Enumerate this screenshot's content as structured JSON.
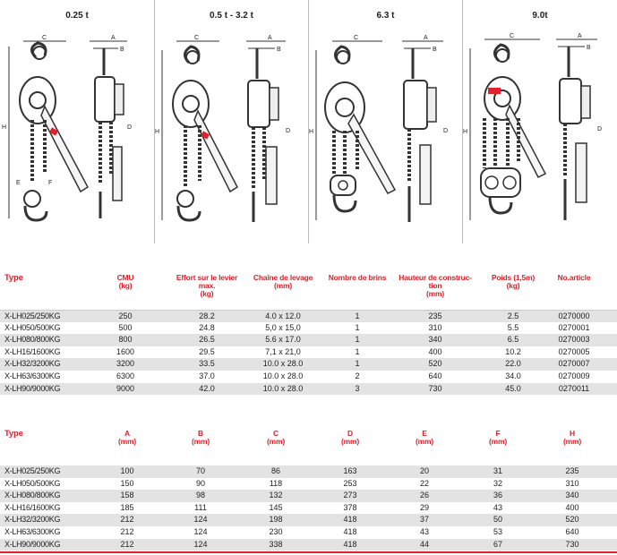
{
  "figures": [
    {
      "label": "0.25 t"
    },
    {
      "label": "0.5 t - 3.2 t"
    },
    {
      "label": "6.3 t"
    },
    {
      "label": "9.0t"
    }
  ],
  "dimension_letters": [
    "A",
    "B",
    "C",
    "D",
    "E",
    "F",
    "H"
  ],
  "table1": {
    "headers": {
      "type": "Type",
      "cmu": "CMU\n(kg)",
      "effort": "Effort sur le levier\nmax.\n(kg)",
      "chaine": "Chaîne de levage\n(mm)",
      "brins": "Nombre de brins",
      "hauteur": "Hauteur de construc-\ntion\n(mm)",
      "poids": "Poids (1,5m)\n(kg)",
      "article": "No.article"
    },
    "rows": [
      {
        "type": "X-LH025/250KG",
        "cmu": "250",
        "effort": "28.2",
        "chaine": "4.0 x 12.0",
        "brins": "1",
        "hauteur": "235",
        "poids": "2.5",
        "article": "0270000"
      },
      {
        "type": "X-LH050/500KG",
        "cmu": "500",
        "effort": "24.8",
        "chaine": "5,0 x 15,0",
        "brins": "1",
        "hauteur": "310",
        "poids": "5.5",
        "article": "0270001"
      },
      {
        "type": "X-LH080/800KG",
        "cmu": "800",
        "effort": "26.5",
        "chaine": "5.6 x 17.0",
        "brins": "1",
        "hauteur": "340",
        "poids": "6.5",
        "article": "0270003"
      },
      {
        "type": "X-LH16/1600KG",
        "cmu": "1600",
        "effort": "29.5",
        "chaine": "7,1 x 21,0",
        "brins": "1",
        "hauteur": "400",
        "poids": "10.2",
        "article": "0270005"
      },
      {
        "type": "X-LH32/3200KG",
        "cmu": "3200",
        "effort": "33.5",
        "chaine": "10.0 x 28.0",
        "brins": "1",
        "hauteur": "520",
        "poids": "22.0",
        "article": "0270007"
      },
      {
        "type": "X-LH63/6300KG",
        "cmu": "6300",
        "effort": "37.0",
        "chaine": "10.0 x 28.0",
        "brins": "2",
        "hauteur": "640",
        "poids": "34.0",
        "article": "0270009"
      },
      {
        "type": "X-LH90/9000KG",
        "cmu": "9000",
        "effort": "42.0",
        "chaine": "10.0 x 28.0",
        "brins": "3",
        "hauteur": "730",
        "poids": "45.0",
        "article": "0270011"
      }
    ]
  },
  "table2": {
    "headers": {
      "type": "Type",
      "a": "A\n(mm)",
      "b": "B\n(mm)",
      "c": "C\n(mm)",
      "d": "D\n(mm)",
      "e": "E\n(mm)",
      "f": "F\n(mm)",
      "h": "H\n(mm)"
    },
    "rows": [
      {
        "type": "X-LH025/250KG",
        "a": "100",
        "b": "70",
        "c": "86",
        "d": "163",
        "e": "20",
        "f": "31",
        "h": "235"
      },
      {
        "type": "X-LH050/500KG",
        "a": "150",
        "b": "90",
        "c": "118",
        "d": "253",
        "e": "22",
        "f": "32",
        "h": "310"
      },
      {
        "type": "X-LH080/800KG",
        "a": "158",
        "b": "98",
        "c": "132",
        "d": "273",
        "e": "26",
        "f": "36",
        "h": "340"
      },
      {
        "type": "X-LH16/1600KG",
        "a": "185",
        "b": "111",
        "c": "145",
        "d": "378",
        "e": "29",
        "f": "43",
        "h": "400"
      },
      {
        "type": "X-LH32/3200KG",
        "a": "212",
        "b": "124",
        "c": "198",
        "d": "418",
        "e": "37",
        "f": "50",
        "h": "520"
      },
      {
        "type": "X-LH63/6300KG",
        "a": "212",
        "b": "124",
        "c": "230",
        "d": "418",
        "e": "43",
        "f": "53",
        "h": "640"
      },
      {
        "type": "X-LH90/9000KG",
        "a": "212",
        "b": "124",
        "c": "338",
        "d": "418",
        "e": "44",
        "f": "67",
        "h": "730"
      }
    ]
  },
  "colors": {
    "accent": "#e0202a",
    "row_shade": "#e3e3e3",
    "ink": "#222222"
  }
}
